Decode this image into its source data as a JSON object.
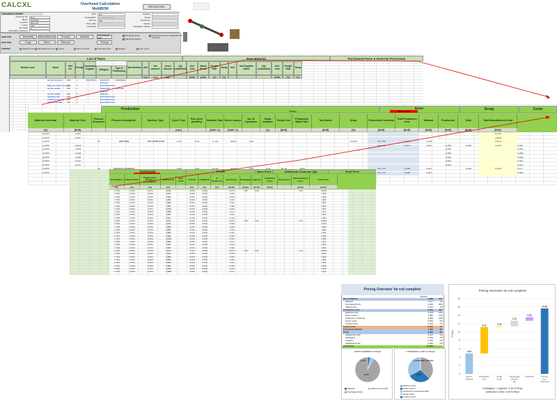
{
  "logo": "CALCXL",
  "header": {
    "title": "Overhead Calculation",
    "subtitle": "MultiBOM",
    "top_button": "BREAKDOWN"
  },
  "info": {
    "left_title": "Calculation Header",
    "rows": [
      {
        "k": "Customer No",
        "v": "Dem"
      },
      {
        "k": "Buyer",
        "v": "Cust Kim"
      },
      {
        "k": "Location",
        "v": "Gent Vd"
      },
      {
        "k": "Lotsize",
        "v": "100"
      },
      {
        "k": "Remarks",
        "v": "A"
      },
      {
        "k": "Calculation Currency",
        "v": ""
      }
    ],
    "mid_rows": [
      {
        "k": "Date",
        "v": "Rel"
      },
      {
        "k": "Designation",
        "v": "tie rod complete"
      },
      {
        "k": "Part No",
        "v": "100"
      },
      {
        "k": "Order date",
        "v": ""
      },
      {
        "k": "Unit Basis",
        "v": ""
      }
    ],
    "right_rows": [
      {
        "k": "Supplier",
        "v": ""
      },
      {
        "k": "Status",
        "v": ""
      },
      {
        "k": "Production",
        "v": ""
      },
      {
        "k": "Version",
        "v": ""
      },
      {
        "k": "Calculation Variant",
        "v": ""
      }
    ]
  },
  "toolbar": {
    "row1_label": "Add row",
    "row2_label": "Edit row",
    "row3_label": "Overhd",
    "buttons_row1": [
      "Assembly",
      "Manufactured",
      "Process",
      "Material"
    ],
    "buttons_row2": [
      "Copy",
      "Move",
      "Remove"
    ],
    "right_buttons": [
      "Purchased part",
      "Pricing"
    ],
    "radios_row3": [
      "Material cost",
      "Manufactured cost",
      "Scrap",
      "Ohd on Prodn",
      "Subtotal Costs",
      "Header",
      "Sum costs"
    ],
    "checks": [
      "Meetings active",
      "Meetings inactive",
      "Create automatic recalculation of selected"
    ]
  },
  "sections": {
    "list_of_parts": "List of Parts",
    "purchasing": "Purchasing",
    "raw_material": "Raw Material",
    "purchased": "Purchased Parts & External Processes",
    "production": "Production",
    "setup": "Setup:",
    "basis": "Basis:",
    "basis_red": "Select option",
    "scrap": "Scrap",
    "costs": "Costs",
    "overheads": "Overheads",
    "overheads_red": "Select option",
    "profit": "Profit",
    "base_price": "Base Price",
    "additional_costs": "Additional Costs per Qty",
    "final_price": "Final Price"
  },
  "parts_cols": [
    "Module Level",
    "Name",
    "Part No.",
    "Pcs/qty",
    "Connected Supplier",
    "Category",
    "Type of Purchasing",
    "Specification",
    "Unit",
    "Net Amount",
    "Gross Amount",
    "Qty (calculated)",
    "Unit Cost",
    "Waste Resale",
    "Freight Rate",
    "Scrap",
    "Unit",
    "Unit Supplier Name",
    "Qty (calculated)",
    "Unit Cost",
    "Freight Rate",
    "Scrap"
  ],
  "parts_units": [
    "",
    "",
    "",
    "",
    "",
    "",
    "",
    "",
    "[kg]",
    "[kg]",
    "[kg]",
    "",
    "[EUR]",
    "[EUR]",
    "[%]",
    "[%]",
    "",
    "",
    "",
    "[EUR]",
    "[%]",
    "[%]"
  ],
  "parts_rows": [
    {
      "n": "tie rod complete",
      "p": "100",
      "q": "1",
      "c": "Distribution",
      "cat": "Assembly",
      "t": "Distribution"
    },
    {
      "n": "",
      "p": "",
      "q": "",
      "c": "",
      "cat": "Process",
      "t": ""
    },
    {
      "n": "Ball Joint M14 x1.5 (LH)",
      "p": "101",
      "q": "1",
      "c": "",
      "cat": "Purchased Part",
      "t": ""
    },
    {
      "n": "tie rod outside",
      "p": "102",
      "q": "1",
      "c": "",
      "cat": "Assembly",
      "t": "In-house"
    },
    {
      "n": "",
      "p": "",
      "q": "",
      "c": "",
      "cat": "Process",
      "t": ""
    },
    {
      "n": "tie rod outside",
      "p": "103",
      "q": "1",
      "c": "",
      "cat": "Material",
      "t": ""
    },
    {
      "n": "clamping ring",
      "p": "104",
      "q": "1",
      "c": "",
      "cat": "Purchased Part",
      "t": ""
    },
    {
      "n": "clamping ring bolt",
      "p": "105",
      "q": "1",
      "c": "",
      "cat": "Purchased Part",
      "t": ""
    },
    {
      "n": "Split nut flat M8",
      "p": "106",
      "q": "1",
      "c": "",
      "cat": "Purchased Part",
      "t": ""
    },
    {
      "n": "drive nut",
      "p": "107",
      "q": "1",
      "c": "",
      "cat": "Purchased Part",
      "t": ""
    }
  ],
  "prod_cols": [
    "Material Overhead",
    "Material Cost",
    "Process Sequence",
    "Process Description",
    "Machine Type",
    "Cycle Time",
    "Pcs/ cycle (cavities)",
    "Machine Rate",
    "Direct Labour",
    "No. of Operators",
    "Setup duration",
    "Setup Cost",
    "Production Batch Size",
    "Tool Maint.",
    "Scrap",
    "Production Overhead",
    "Total Production Cost",
    "Material",
    "Production",
    "Total",
    "Total Manufactured Cost"
  ],
  "prod_units": [
    "[%]",
    "[EUR]",
    "",
    "",
    "",
    "[min]",
    "",
    "[EUR / h]",
    "[EUR / h]",
    "",
    "[h]",
    "[EUR]",
    "",
    "[EUR]",
    "[%]",
    "[EUR]",
    "[EUR]",
    "[EUR]",
    "[EUR]",
    "[EUR]",
    "[EUR]"
  ],
  "prod_rows": [
    [
      "5,00%",
      "0,010",
      "",
      "",
      "",
      "",
      "",
      "",
      "",
      "",
      "",
      "",
      "",
      "",
      "",
      "",
      "",
      "",
      "",
      "",
      "0,010"
    ],
    [
      "5,00%",
      "0,187",
      "",
      "",
      "",
      "",
      "",
      "",
      "",
      "",
      "",
      "",
      "",
      "",
      "",
      "",
      "",
      "",
      "",
      "",
      "3,824"
    ],
    [
      "0,00%",
      "",
      "10",
      "assembly",
      "self-construction",
      "1,00",
      "1,00",
      "27,00",
      "35,00",
      "1,00",
      "",
      "",
      "",
      "",
      "0,00%",
      "20,72%",
      "0,744",
      "0,293",
      "",
      "",
      "0,573"
    ],
    [
      "5,00%",
      "0,001",
      "",
      "",
      "",
      "",
      "",
      "",
      "",
      "",
      "",
      "",
      "",
      "",
      "",
      "20,72%",
      "0,157",
      "2,497",
      "0,000",
      "0,042",
      "0,042",
      "2,497"
    ],
    [
      "5,00%",
      "0,003",
      "",
      "",
      "",
      "",
      "",
      "",
      "",
      "",
      "",
      "",
      "",
      "",
      "",
      "",
      "",
      "",
      "0,000",
      "",
      "",
      "0,001"
    ],
    [
      "5,00%",
      "0,004",
      "",
      "",
      "",
      "",
      "",
      "",
      "",
      "",
      "",
      "",
      "",
      "",
      "",
      "",
      "",
      "",
      "0,000",
      "",
      "",
      "0,004"
    ],
    [
      "5,00%",
      "0,016",
      "",
      "",
      "",
      "",
      "",
      "",
      "",
      "",
      "",
      "",
      "",
      "",
      "",
      "",
      "",
      "",
      "0,001",
      "",
      "",
      "0,016"
    ],
    [
      "5,00%",
      "0,012",
      "",
      "",
      "",
      "",
      "",
      "",
      "",
      "",
      "",
      "",
      "",
      "",
      "",
      "",
      "",
      "",
      "0,001",
      "",
      "",
      "0,012"
    ],
    [
      "5,00%",
      "0,021",
      "",
      "",
      "",
      "",
      "",
      "",
      "",
      "",
      "",
      "",
      "",
      "",
      "",
      "",
      "",
      "",
      "0,001",
      "",
      "",
      "0,022"
    ],
    [
      "0,00%",
      "",
      "10",
      "forming & threading",
      "",
      "0,25",
      "1,00",
      "21,00",
      "35,00",
      "1,00",
      "1,00",
      "61,10",
      "1000",
      "",
      "",
      "20,72%",
      "0,030",
      "0,267",
      "",
      "0,010",
      "0,010",
      "0,277"
    ],
    [
      "5,00%",
      "0,440",
      "",
      "",
      "",
      "",
      "",
      "",
      "",
      "",
      "",
      "",
      "",
      "",
      "",
      "20,72%",
      "0,030",
      "0,267",
      "",
      "",
      "",
      "0,440"
    ]
  ],
  "ovh_cols": [
    "Distribution",
    "Administration",
    "Engineering / Design & Development",
    "Overhead %",
    "Split Profit",
    "% Total",
    "% Material",
    "% Production",
    "Net Goods",
    "Packaging",
    "Logistics",
    "Additional Costs",
    "Description",
    "Total Additional Costs",
    "Final Price"
  ],
  "ovh_units": [
    "[%]",
    "[%]",
    "[%]",
    "[%]",
    "",
    "[%]",
    "[%]",
    "[%]",
    "[EUR]",
    "[EUR]",
    "[EUR]",
    "[EUR]",
    "",
    "[EUR]",
    "[EUR]"
  ],
  "ovh_rows": [
    [
      "2,75%",
      "0,00%",
      "4,00%",
      "0,472",
      "",
      "0,00%",
      "0,00%",
      "",
      "13,571",
      "0,35",
      "0,06",
      "",
      "",
      "0,00",
      "15,665"
    ],
    [
      "2,75%",
      "0,00%",
      "4,00%",
      "0,011",
      "",
      "0,00%",
      "0,00%",
      "",
      "0,028",
      "",
      "",
      "",
      "",
      "",
      "0,028"
    ],
    [
      "2,75%",
      "0,00%",
      "4,00%",
      "0,002",
      "",
      "0,00%",
      "0,00%",
      "",
      "0,009",
      "",
      "",
      "",
      "",
      "",
      "0,009"
    ],
    [
      "2,75%",
      "0,00%",
      "4,00%",
      "0,051",
      "",
      "0,00%",
      "0,00%",
      "",
      "1,303",
      "",
      "",
      "",
      "",
      "",
      "1,303"
    ],
    [
      "2,75%",
      "0,00%",
      "4,00%",
      "0,003",
      "",
      "0,00%",
      "0,00%",
      "",
      "0,041",
      "",
      "",
      "",
      "",
      "",
      "0,041"
    ],
    [
      "2,75%",
      "0,00%",
      "4,00%",
      "0,002",
      "",
      "0,00%",
      "0,00%",
      "",
      "0,030",
      "",
      "",
      "",
      "",
      "",
      "0,030"
    ],
    [
      "2,75%",
      "0,00%",
      "4,00%",
      "0,018",
      "",
      "0,00%",
      "0,00%",
      "",
      "0,300",
      "",
      "",
      "",
      "",
      "",
      "0,300"
    ],
    [
      "2,75%",
      "0,00%",
      "4,00%",
      "0,008",
      "",
      "0,00%",
      "0,00%",
      "",
      "0,112",
      "",
      "",
      "",
      "",
      "",
      "0,112"
    ],
    [
      "2,75%",
      "0,00%",
      "4,00%",
      "0,001",
      "",
      "0,00%",
      "0,00%",
      "",
      "0,004",
      "",
      "",
      "",
      "",
      "",
      "0,004"
    ],
    [
      "2,75%",
      "0,00%",
      "4,00%",
      "0,027",
      "",
      "0,00%",
      "0,00%",
      "",
      "0,392",
      "",
      "",
      "",
      "",
      "",
      "0,392"
    ]
  ],
  "pricing_table": {
    "title": "Pricing Overview 'tie rod complete'",
    "col": "EUR/pc",
    "rows": [
      {
        "k": "Direct Material",
        "v": "4,888",
        "p": "31%",
        "style": "blue"
      },
      {
        "k": "Material",
        "v": "0,167",
        "p": "1%",
        "style": "w"
      },
      {
        "k": "Purchased Parts",
        "v": "4,180",
        "p": "26%",
        "style": "w"
      },
      {
        "k": "Material OH",
        "v": "0,222",
        "p": "1%",
        "style": "w"
      },
      {
        "k": "Production Cost",
        "v": "6,312",
        "p": "40%",
        "style": "blue"
      },
      {
        "k": "Machine Cost",
        "v": "2,378",
        "p": "15%",
        "style": "w"
      },
      {
        "k": "Direct Labour",
        "v": "1,880",
        "p": "12%",
        "style": "w"
      },
      {
        "k": "Production Overhead",
        "v": "2,054",
        "p": "13%",
        "style": "w"
      },
      {
        "k": "Scrap Costs",
        "v": "0,000",
        "p": "0%",
        "style": "w"
      },
      {
        "k": "Tooling Costs",
        "v": "0,000",
        "p": "0%",
        "style": "w"
      },
      {
        "k": "Scrap Costs",
        "v": "0,181",
        "p": "1%",
        "style": "orange"
      },
      {
        "k": "Overheads (SG&A)",
        "v": "1,340",
        "p": "8%",
        "style": "blue"
      },
      {
        "k": "Profit",
        "v": "1,850",
        "p": "8%",
        "style": "blue"
      },
      {
        "k": "Additional Costs",
        "v": "0,410",
        "p": "3%",
        "style": "w"
      },
      {
        "k": "Packaging",
        "v": "0,350",
        "p": "2%",
        "style": "w"
      },
      {
        "k": "Logistics",
        "v": "0,060",
        "p": "0%",
        "style": "w"
      },
      {
        "k": "Additional Costs",
        "v": "0,000",
        "p": "0%",
        "style": "w"
      },
      {
        "k": "Final Price",
        "v": "15,665",
        "p": "",
        "style": "green"
      }
    ]
  },
  "pie1": {
    "title": "Direct Material EUR/pc",
    "legend": [
      "Material",
      "Material OH 0,222",
      "Purchased Parts"
    ],
    "labels": [
      "0,167",
      "4,180"
    ],
    "values": [
      0.167,
      0.222,
      4.18
    ],
    "colors": [
      "#2e75b6",
      "#9dc3e6",
      "#a5a5a5"
    ]
  },
  "pie2": {
    "title": "Production Cost EUR/pc",
    "legend": [
      "Machine Cost",
      "Direct Labour",
      "Production Overhead 0,000",
      "Scrap Costs",
      "Tooling Costs"
    ],
    "labels": [
      "0,000",
      "0,000",
      "2,378",
      "1,880",
      "2,054"
    ],
    "values": [
      2.378,
      1.88,
      2.054,
      0.02,
      0.02
    ],
    "colors": [
      "#a5a5a5",
      "#2e75b6",
      "#9dc3e6",
      "#c9c9c9",
      "#4472c4"
    ]
  },
  "chart_data": {
    "type": "bar",
    "title": "Pricing Overview 'tie rod complete'",
    "categories": [
      "Direct Material",
      "Production Cost",
      "Scrap Costs",
      "Overheads (SG&A) /kg",
      "Profit 5%",
      "Pricing incl. Inventory"
    ],
    "values": [
      4.89,
      6.31,
      0.18,
      1.34,
      0.85,
      15.66
    ],
    "labels": [
      "4,89",
      "6,31",
      "0,18",
      "1,34",
      "0,85",
      "15,66"
    ],
    "ylabel": "EUR/pc",
    "ylim": [
      0,
      18
    ],
    "yticks": [
      "0",
      "2",
      "4",
      "6",
      "8",
      "10",
      "12",
      "14",
      "16",
      "18"
    ],
    "footer": [
      "Packaging + Logistics: 0,35  EUR/pc",
      "Additional Costs: 0,00 EUR/pc"
    ],
    "colors": [
      "#9dc3e6",
      "#ffc000",
      "#ffd966",
      "#d9d9d9",
      "#cc99ff",
      "#2e75b6"
    ]
  }
}
